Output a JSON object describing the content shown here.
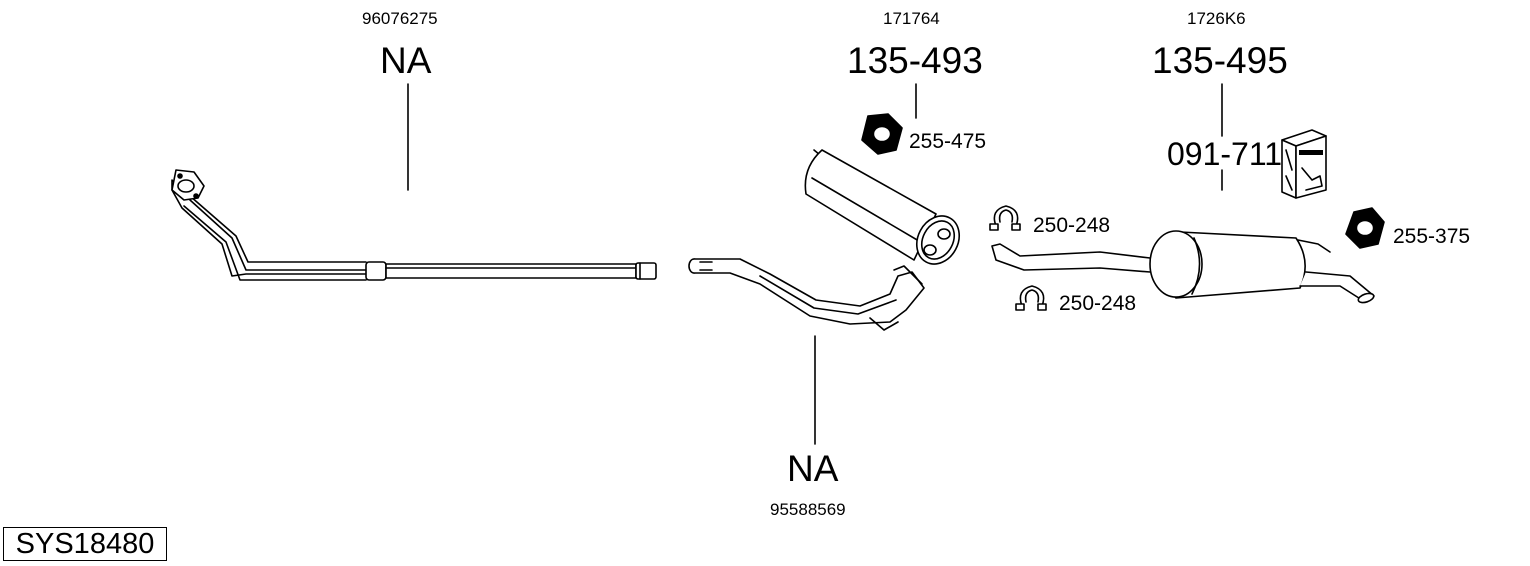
{
  "parts": [
    {
      "oe_number": "96076275",
      "part_number": "NA"
    },
    {
      "oe_number": "171764",
      "part_number": "135-493"
    },
    {
      "oe_number": "1726K6",
      "part_number": "135-495"
    },
    {
      "oe_number": "95588569",
      "part_number": "NA"
    }
  ],
  "accessories": {
    "gasket_front": "255-475",
    "clamp_upper": "250-248",
    "clamp_lower": "250-248",
    "gasket_rear": "255-375",
    "mounting_kit": "091-711"
  },
  "system_code": "SYS18480",
  "line_color": "#000000",
  "fill_color": "#ffffff"
}
